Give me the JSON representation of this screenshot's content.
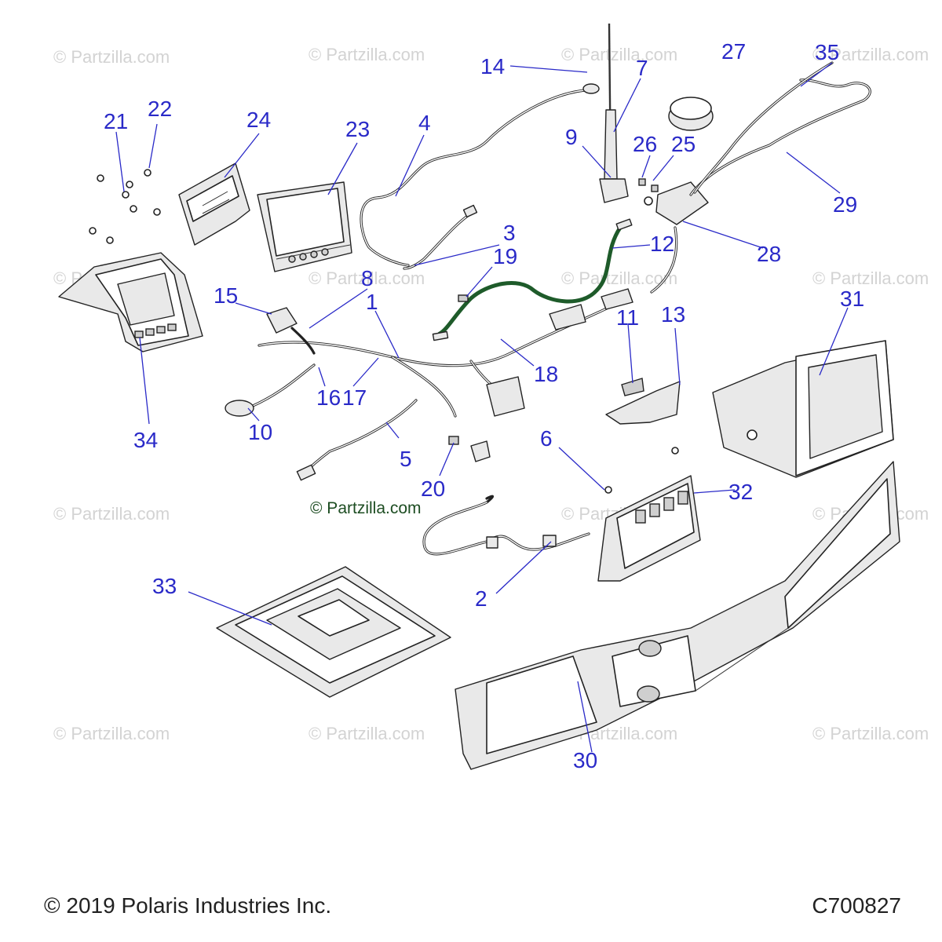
{
  "watermark": "© Partzilla.com",
  "footer": {
    "copyright": "© 2019 Polaris Industries Inc.",
    "code": "C700827"
  },
  "callouts": {
    "c1": "1",
    "c2": "2",
    "c3": "3",
    "c4": "4",
    "c5": "5",
    "c6": "6",
    "c7": "7",
    "c8": "8",
    "c9": "9",
    "c10": "10",
    "c11": "11",
    "c12": "12",
    "c13": "13",
    "c14": "14",
    "c15": "15",
    "c16": "16",
    "c17": "17",
    "c18": "18",
    "c19": "19",
    "c20": "20",
    "c21": "21",
    "c22": "22",
    "c23": "23",
    "c24": "24",
    "c25": "25",
    "c26": "26",
    "c27": "27",
    "c28": "28",
    "c29": "29",
    "c30": "30",
    "c31": "31",
    "c32": "32",
    "c33": "33",
    "c34": "34",
    "c35": "35"
  },
  "colors": {
    "callout": "#2a2ac8",
    "watermark": "#d3d3d3",
    "green_cable": "#1e5b2a"
  }
}
